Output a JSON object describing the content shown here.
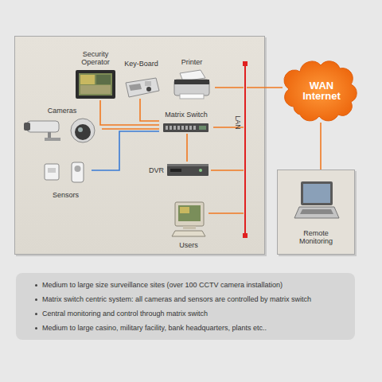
{
  "diagram": {
    "nodes": [
      {
        "text": [
          "Security Operator"
        ]
      },
      {
        "text": [
          "Key-Board"
        ]
      },
      {
        "text": [
          "Printer"
        ]
      },
      {
        "text": [
          "Cameras"
        ]
      },
      {
        "text": [
          "Matrix Switch"
        ]
      },
      {
        "text": [
          "LAN"
        ]
      },
      {
        "text": [
          "WAN Internet"
        ]
      },
      {
        "text": [
          "Sensors"
        ]
      },
      {
        "text": [
          "DVR"
        ]
      },
      {
        "text": [
          "Users"
        ]
      },
      {
        "text": [
          "Remote Monitoring"
        ]
      },
      {
        "text": [
          "Medium to large size surveillance sites (over 100 CCTV camera installation)",
          "Matrix switch centric system: all cameras and sensors are controlled by matrix switch",
          "Central monitoring and control through matrix switch",
          "Medium to large casino, military facility, bank headquarters, plants etc.."
        ]
      }
    ],
    "edges": [
      {
        "from": 0,
        "to": 4,
        "arrow": "none"
      },
      {
        "from": 1,
        "to": 4,
        "arrow": "none"
      },
      {
        "from": 3,
        "to": 4,
        "arrow": "none"
      },
      {
        "from": 7,
        "to": 4,
        "arrow": "none"
      },
      {
        "from": 2,
        "to": 5,
        "arrow": "none"
      },
      {
        "from": 4,
        "to": 5,
        "arrow": "none"
      },
      {
        "from": 4,
        "to": 8,
        "arrow": "none"
      },
      {
        "from": 8,
        "to": 5,
        "arrow": "none"
      },
      {
        "from": 9,
        "to": 5,
        "arrow": "none"
      },
      {
        "from": 5,
        "to": 6,
        "arrow": "none"
      },
      {
        "from": 6,
        "to": 10,
        "arrow": "none"
      }
    ]
  }
}
